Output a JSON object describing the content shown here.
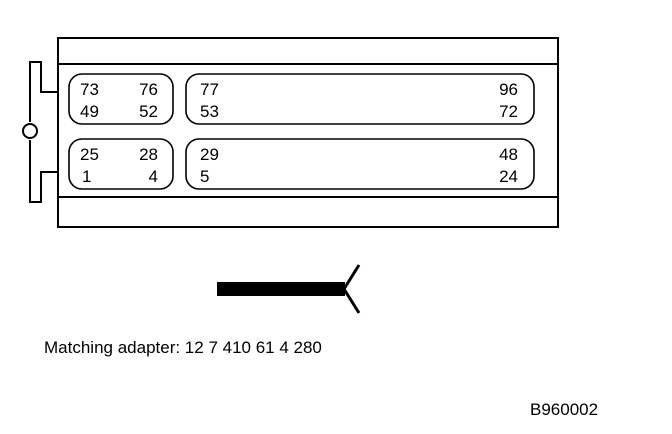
{
  "connector": {
    "upper_row": {
      "left_block": {
        "top_left": "73",
        "top_right": "76",
        "bottom_left": "49",
        "bottom_right": "52"
      },
      "right_block": {
        "top_left": "77",
        "top_right": "96",
        "bottom_left": "53",
        "bottom_right": "72"
      }
    },
    "lower_row": {
      "left_block": {
        "top_left": "25",
        "top_right": "28",
        "bottom_left": "1",
        "bottom_right": "4"
      },
      "right_block": {
        "top_left": "29",
        "top_right": "48",
        "bottom_left": "5",
        "bottom_right": "24"
      }
    }
  },
  "caption": "Matching adapter: 12 7 410 61 4 280",
  "figure_id": "B960002"
}
